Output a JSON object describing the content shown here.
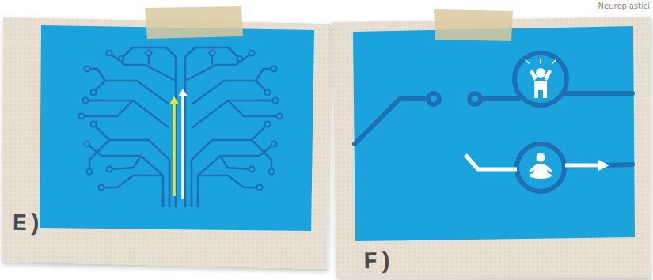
{
  "diagram": {
    "labels": [
      "Neuroplastici",
      "E)",
      "F)"
    ]
  }
}
